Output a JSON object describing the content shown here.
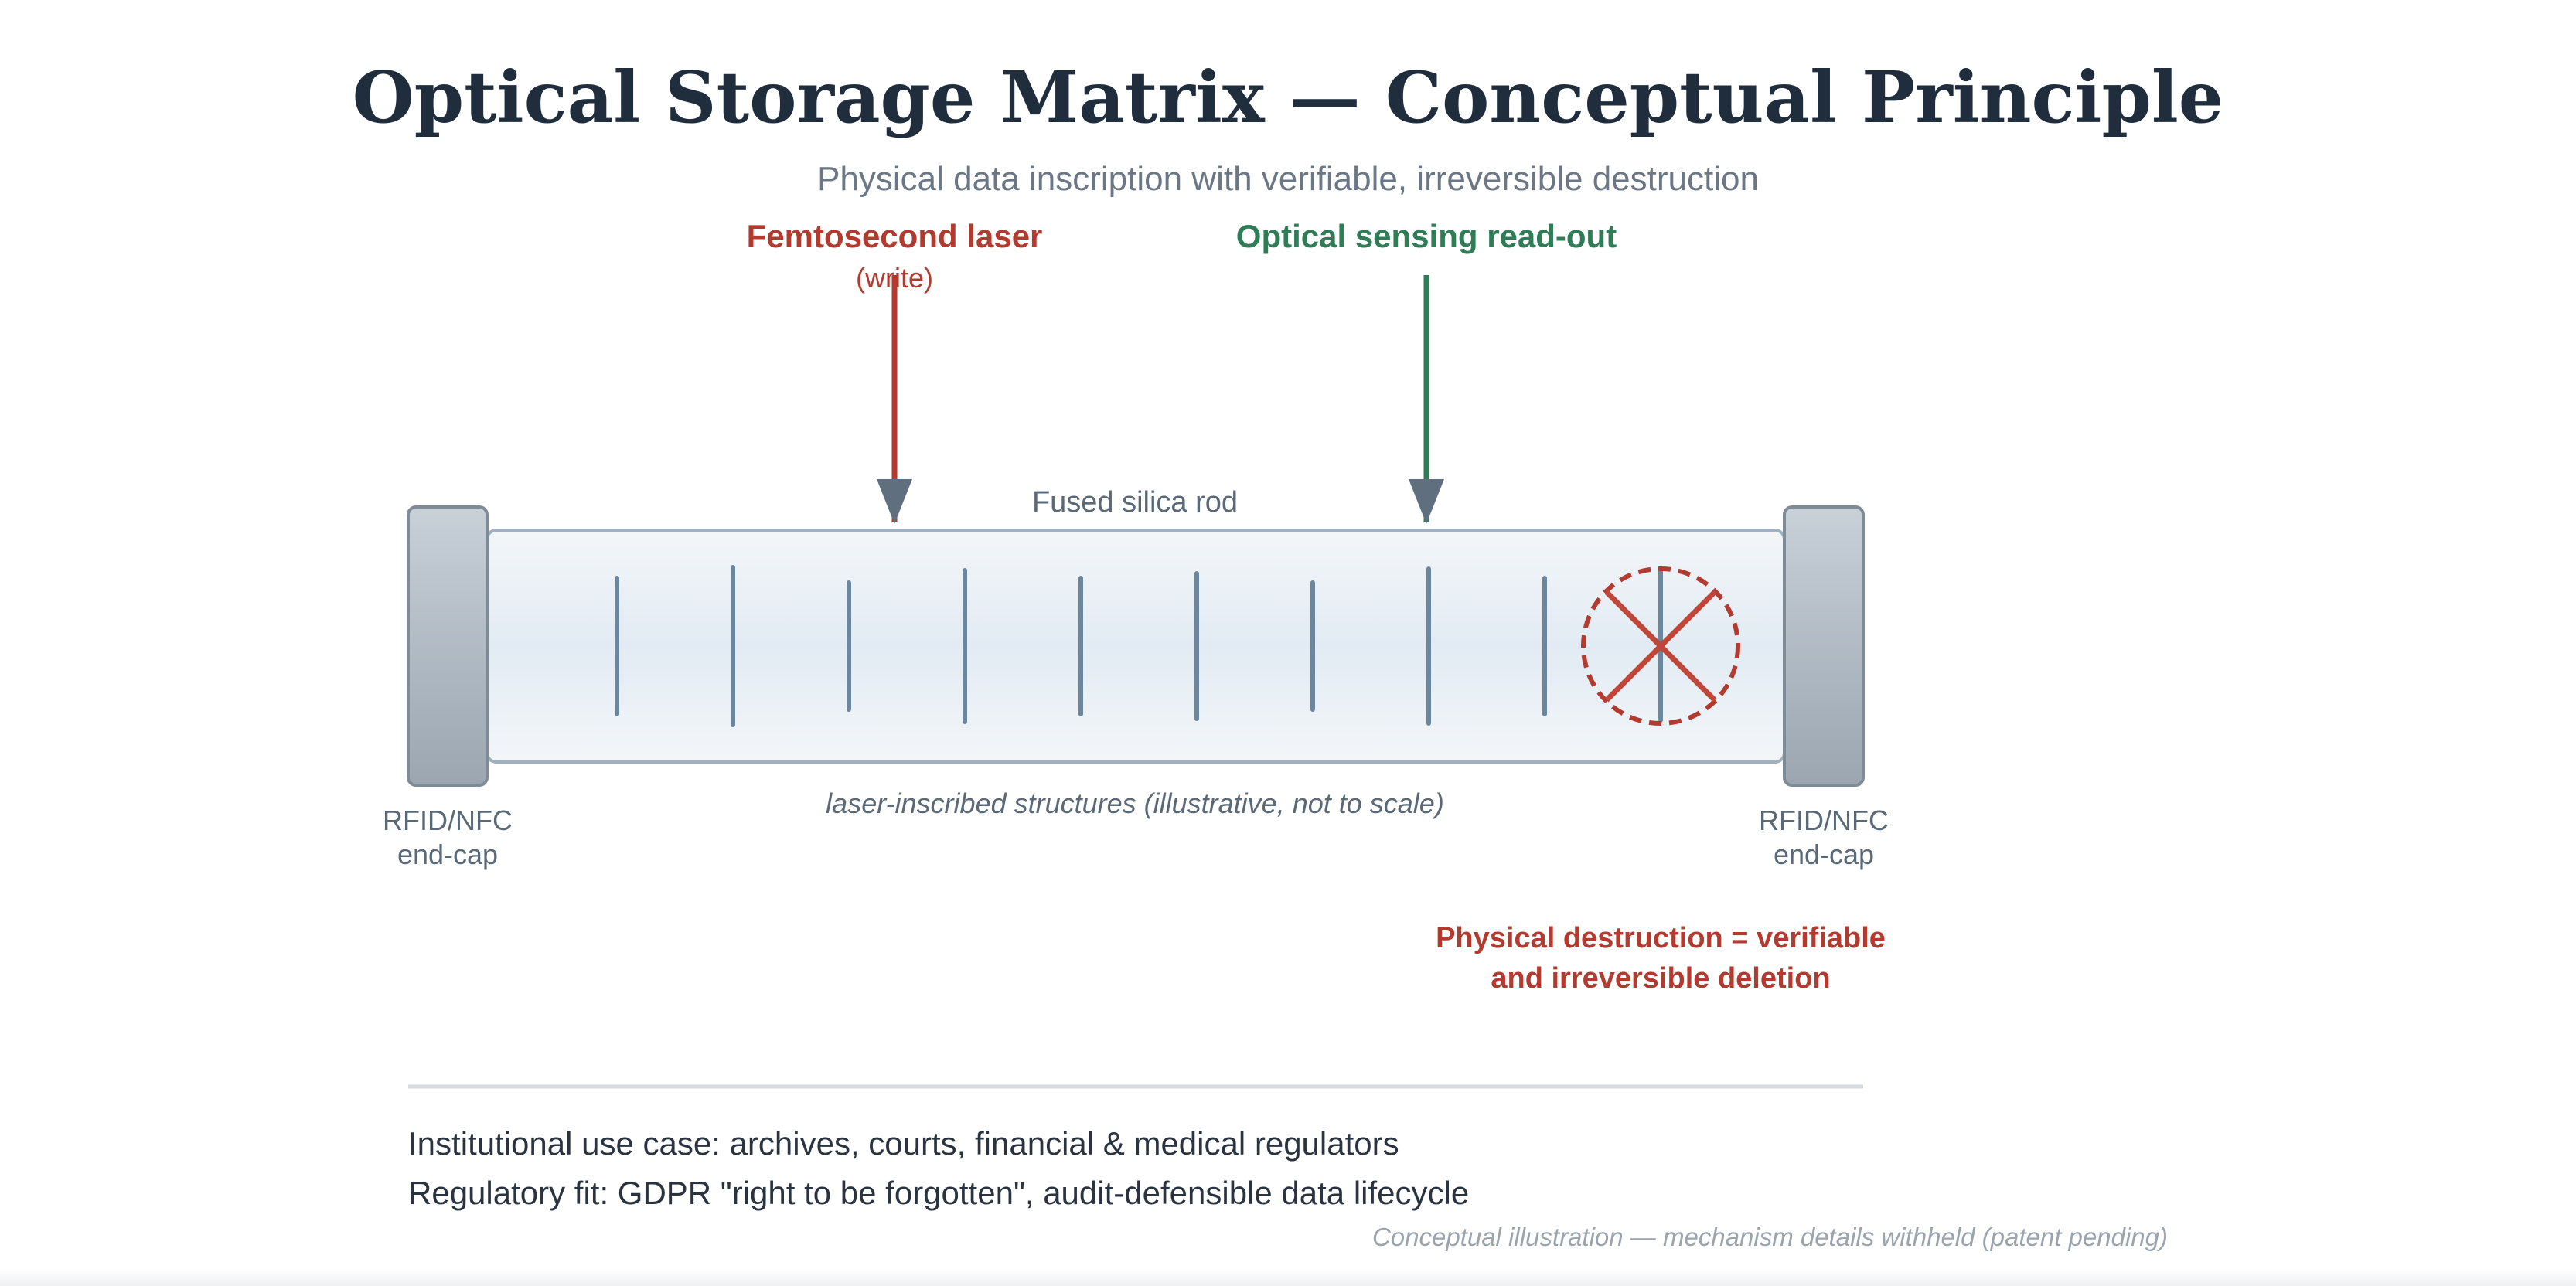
{
  "title": "Optical Storage Matrix — Conceptual Principle",
  "subtitle": "Physical data inscription with verifiable, irreversible destruction",
  "laser": {
    "label": "Femtosecond laser",
    "sublabel": "(write)"
  },
  "sensor": {
    "label": "Optical sensing read-out"
  },
  "rod": {
    "label": "Fused silica rod",
    "caption": "laser-inscribed structures (illustrative, not to scale)"
  },
  "left_cap": {
    "line1": "RFID/NFC",
    "line2": "end-cap"
  },
  "right_cap": {
    "line1": "RFID/NFC",
    "line2": "end-cap"
  },
  "destruction": {
    "line1": "Physical destruction = verifiable",
    "line2": "and irreversible deletion"
  },
  "notes": [
    "Institutional use case: archives, courts, financial & medical regulators",
    "Regulatory fit: GDPR \"right to be forgotten\", audit-defensible data lifecycle"
  ],
  "footer": "Conceptual illustration — mechanism details withheld (patent pending)",
  "colors": {
    "title": "#1f2d3d",
    "subtitle": "#6b7785",
    "laser": "#b23a2e",
    "sensor": "#2e7d57",
    "arrowhead": "#5f6f7d",
    "structure": "#6b87a0",
    "cap": "#9aa6b2",
    "muted": "#5a6978",
    "footer": "#9aa4ae"
  }
}
